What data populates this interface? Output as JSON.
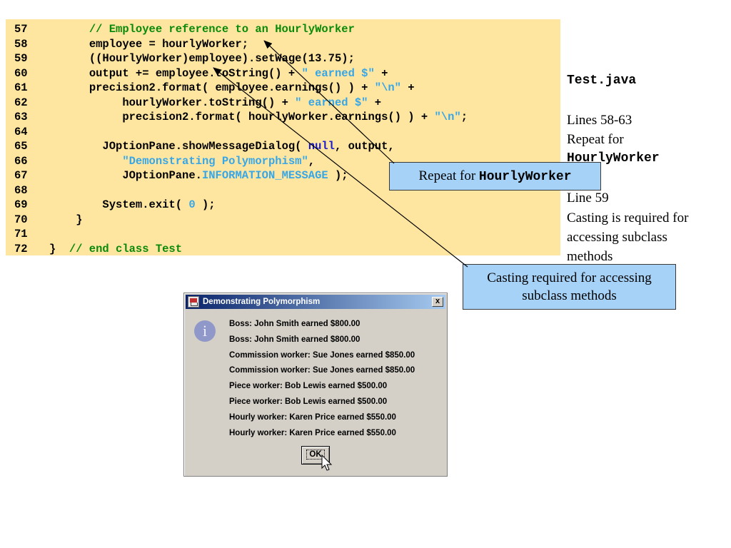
{
  "code": {
    "lines": [
      {
        "num": "57",
        "indent": "      ",
        "parts": [
          {
            "t": "// Employee reference to an HourlyWorker",
            "c": "cm"
          }
        ]
      },
      {
        "num": "58",
        "indent": "      ",
        "parts": [
          {
            "t": "employee = hourlyWorker;",
            "c": ""
          }
        ]
      },
      {
        "num": "59",
        "indent": "      ",
        "parts": [
          {
            "t": "((HourlyWorker)employee).setWage(13.75);",
            "c": ""
          }
        ]
      },
      {
        "num": "60",
        "indent": "      ",
        "parts": [
          {
            "t": "output += employee.toString() + ",
            "c": ""
          },
          {
            "t": "\" earned $\"",
            "c": "st"
          },
          {
            "t": " +",
            "c": ""
          }
        ]
      },
      {
        "num": "61",
        "indent": "      ",
        "parts": [
          {
            "t": "precision2.format( employee.earnings() ) + ",
            "c": ""
          },
          {
            "t": "\"\\n\"",
            "c": "st"
          },
          {
            "t": " +",
            "c": ""
          }
        ]
      },
      {
        "num": "62",
        "indent": "           ",
        "parts": [
          {
            "t": "hourlyWorker.toString() + ",
            "c": ""
          },
          {
            "t": "\" earned $\"",
            "c": "st"
          },
          {
            "t": " +",
            "c": ""
          }
        ]
      },
      {
        "num": "63",
        "indent": "           ",
        "parts": [
          {
            "t": "precision2.format( hourlyWorker.earnings() ) + ",
            "c": ""
          },
          {
            "t": "\"\\n\"",
            "c": "st"
          },
          {
            "t": ";",
            "c": ""
          }
        ]
      },
      {
        "num": "64",
        "indent": "",
        "parts": []
      },
      {
        "num": "65",
        "indent": "        ",
        "parts": [
          {
            "t": "JOptionPane.showMessageDialog( ",
            "c": ""
          },
          {
            "t": "null",
            "c": "kw"
          },
          {
            "t": ", output,",
            "c": ""
          }
        ]
      },
      {
        "num": "66",
        "indent": "           ",
        "parts": [
          {
            "t": "\"Demonstrating Polymorphism\"",
            "c": "st"
          },
          {
            "t": ",",
            "c": ""
          }
        ]
      },
      {
        "num": "67",
        "indent": "           ",
        "parts": [
          {
            "t": "JOptionPane.",
            "c": ""
          },
          {
            "t": "INFORMATION_MESSAGE",
            "c": "st"
          },
          {
            "t": " );",
            "c": ""
          }
        ]
      },
      {
        "num": "68",
        "indent": "",
        "parts": []
      },
      {
        "num": "69",
        "indent": "        ",
        "parts": [
          {
            "t": "System.exit( ",
            "c": ""
          },
          {
            "t": "0",
            "c": "st"
          },
          {
            "t": " );",
            "c": ""
          }
        ]
      },
      {
        "num": "70",
        "indent": "    ",
        "parts": [
          {
            "t": "}",
            "c": ""
          }
        ]
      },
      {
        "num": "71",
        "indent": "",
        "parts": []
      },
      {
        "num": "72",
        "indent": "",
        "parts": [
          {
            "t": "}  ",
            "c": ""
          },
          {
            "t": "// end class Test",
            "c": "cm"
          }
        ]
      }
    ]
  },
  "notes": {
    "title": "Test.java",
    "lines_58_63": "Lines 58-63",
    "repeat_for": "Repeat for",
    "hourly_worker": "HourlyWorker",
    "line_59": "Line 59",
    "casting_1": "Casting is required for",
    "casting_2": "accessing subclass",
    "casting_3": "methods"
  },
  "callouts": {
    "hourly_prefix": "Repeat for ",
    "hourly_mono": "HourlyWorker",
    "cast_line1": "Casting required for accessing",
    "cast_line2": "subclass methods"
  },
  "dialog": {
    "title": "Demonstrating Polymorphism",
    "close_label": "x",
    "info_icon_glyph": "i",
    "messages": [
      "Boss: John Smith earned $800.00",
      "Boss: John Smith earned $800.00",
      "Commission worker: Sue Jones earned $850.00",
      "Commission worker: Sue Jones earned $850.00",
      "Piece worker: Bob Lewis earned $500.00",
      "Piece worker: Bob Lewis earned $500.00",
      "Hourly worker: Karen Price earned $550.00",
      "Hourly worker: Karen Price earned $550.00"
    ],
    "ok_label": "OK"
  },
  "colors": {
    "code_background": "#ffe6a0",
    "comment": "#0a8a0a",
    "string": "#35a6e8",
    "keyword": "#1a1acd",
    "callout_background": "#a7d2f7",
    "titlebar_start": "#0a246a",
    "titlebar_end": "#a6caf0"
  },
  "icons": [
    "java-app-icon",
    "close-icon",
    "info-icon",
    "mouse-pointer-icon"
  ]
}
